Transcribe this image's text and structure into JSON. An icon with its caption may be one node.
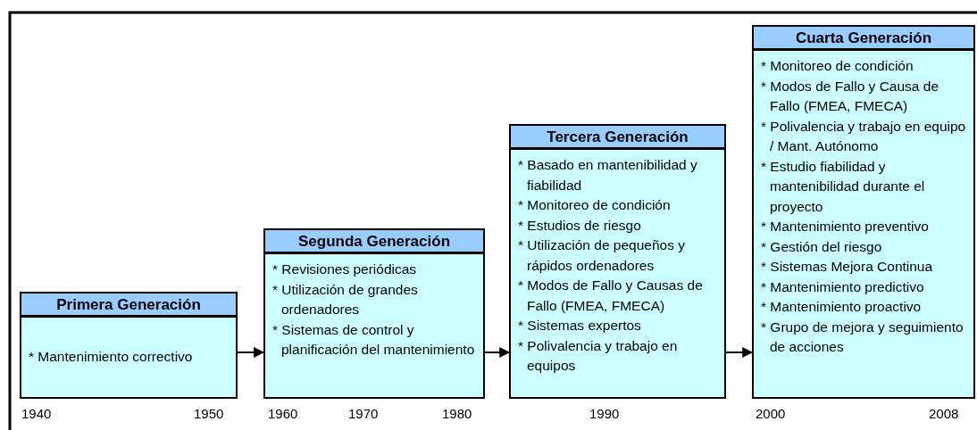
{
  "diagram": {
    "nodes": [
      {
        "text": [
          "Primera Generación",
          "* Mantenimiento correctivo"
        ]
      },
      {
        "text": [
          "Segunda Generación",
          "* Revisiones periódicas",
          "* Utilización de grandes ordenadores",
          "* Sistemas de control y planificación del mantenimiento"
        ]
      },
      {
        "text": [
          "Tercera Generación",
          "* Basado en mantenibilidad y fiabilidad",
          "* Monitoreo de condición",
          "* Estudios de riesgo",
          "* Utilización de pequeños y rápidos ordenadores",
          "* Modos de Fallo y Causas de Fallo (FMEA, FMECA)",
          "* Sistemas expertos",
          "* Polivalencia y trabajo en equipos"
        ]
      },
      {
        "text": [
          "Cuarta Generación",
          "* Monitoreo de condición",
          "* Modos de Fallo y Causa de Fallo (FMEA, FMECA)",
          "* Polivalencia y trabajo en equipo / Mant. Autónomo",
          "* Estudio fiabilidad y mantenibilidad durante el proyecto",
          "* Mantenimiento preventivo",
          "* Gestión del riesgo",
          "* Sistemas Mejora Continua",
          "* Mantenimiento predictivo",
          "* Mantenimiento proactivo",
          "* Grupo de mejora y seguimiento de acciones"
        ]
      }
    ],
    "edges": [
      {
        "from": 0,
        "to": 1,
        "arrow": "to"
      },
      {
        "from": 1,
        "to": 2,
        "arrow": "to"
      },
      {
        "from": 2,
        "to": 3,
        "arrow": "to"
      }
    ],
    "labels": [
      "1940",
      "1950",
      "1960",
      "1970",
      "1980",
      "1990",
      "2000",
      "2008"
    ]
  }
}
